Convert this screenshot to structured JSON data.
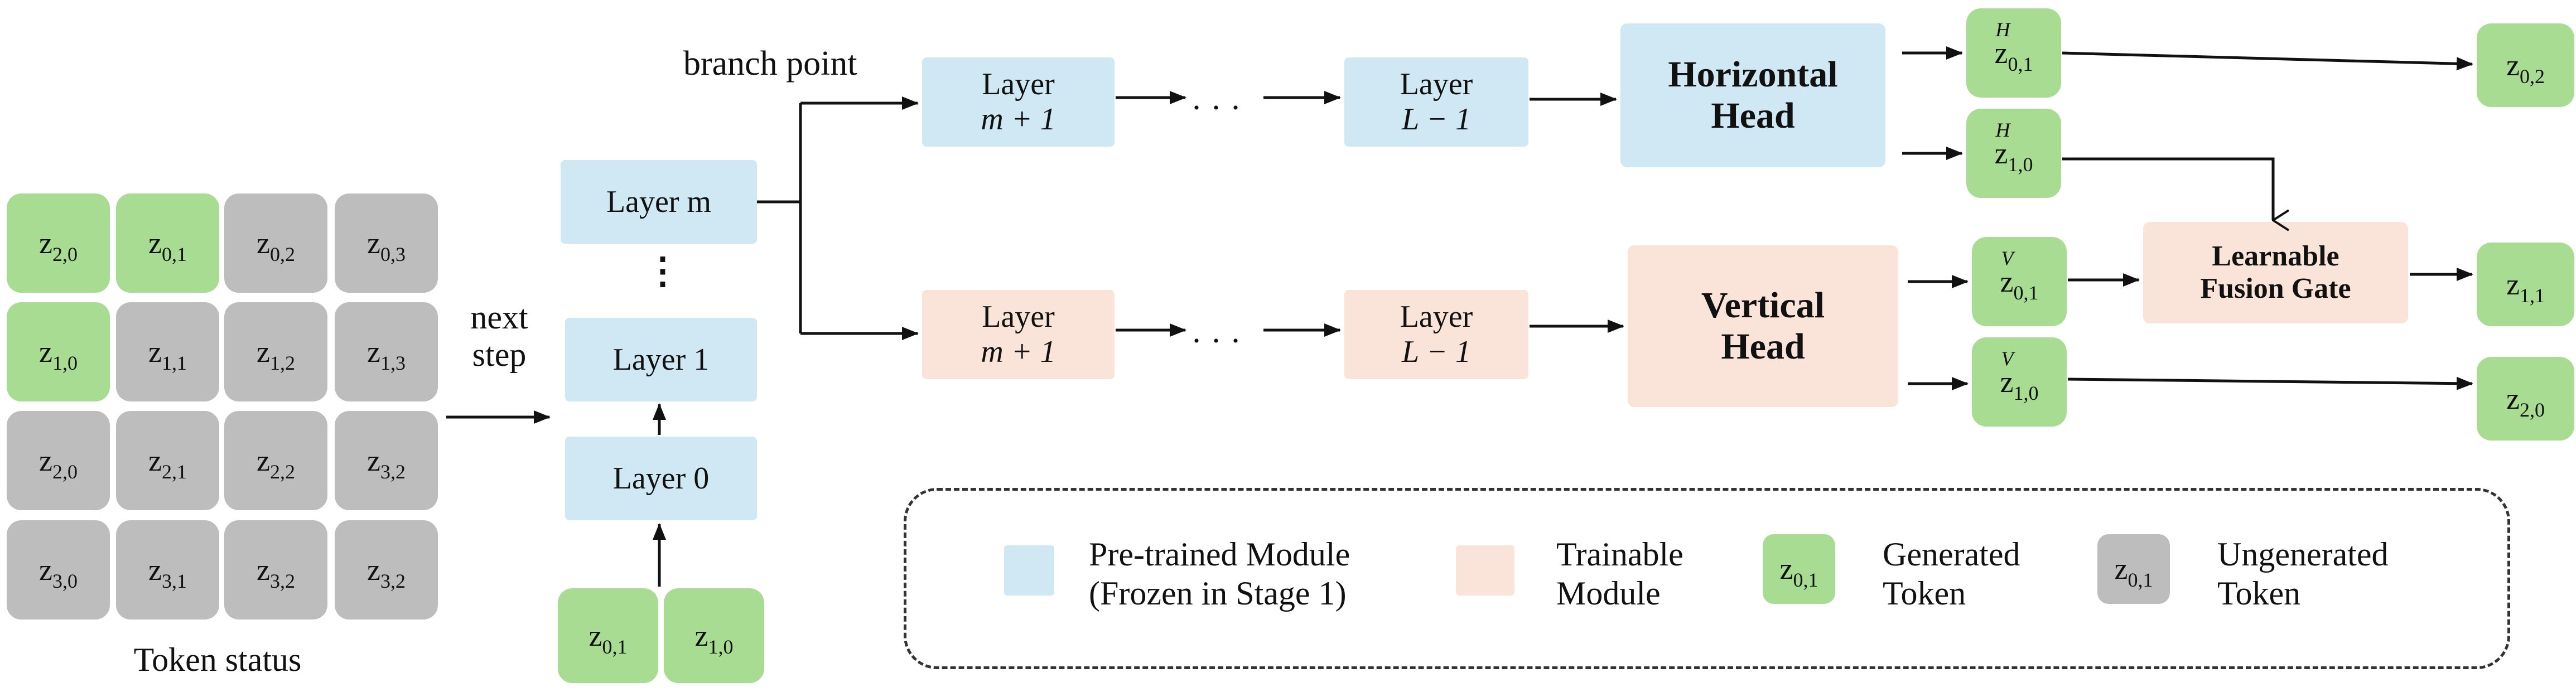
{
  "token_status": {
    "caption": "Token status",
    "grid": [
      [
        {
          "base": "z",
          "sub": "2,0",
          "state": "generated"
        },
        {
          "base": "z",
          "sub": "0,1",
          "state": "generated"
        },
        {
          "base": "z",
          "sub": "0,2",
          "state": "ungenerated"
        },
        {
          "base": "z",
          "sub": "0,3",
          "state": "ungenerated"
        }
      ],
      [
        {
          "base": "z",
          "sub": "1,0",
          "state": "generated"
        },
        {
          "base": "z",
          "sub": "1,1",
          "state": "ungenerated"
        },
        {
          "base": "z",
          "sub": "1,2",
          "state": "ungenerated"
        },
        {
          "base": "z",
          "sub": "1,3",
          "state": "ungenerated"
        }
      ],
      [
        {
          "base": "z",
          "sub": "2,0",
          "state": "ungenerated"
        },
        {
          "base": "z",
          "sub": "2,1",
          "state": "ungenerated"
        },
        {
          "base": "z",
          "sub": "2,2",
          "state": "ungenerated"
        },
        {
          "base": "z",
          "sub": "3,2",
          "state": "ungenerated"
        }
      ],
      [
        {
          "base": "z",
          "sub": "3,0",
          "state": "ungenerated"
        },
        {
          "base": "z",
          "sub": "3,1",
          "state": "ungenerated"
        },
        {
          "base": "z",
          "sub": "3,2",
          "state": "ungenerated"
        },
        {
          "base": "z",
          "sub": "3,2",
          "state": "ungenerated"
        }
      ]
    ]
  },
  "next_step": {
    "line1": "next",
    "line2": "step"
  },
  "stack": {
    "layer_m": "Layer m",
    "dots": "⋮",
    "layer_1": "Layer 1",
    "layer_0": "Layer 0",
    "inputs": [
      {
        "base": "z",
        "sub": "0,1"
      },
      {
        "base": "z",
        "sub": "1,0"
      }
    ]
  },
  "branch_point": "branch point",
  "top_branch": {
    "layer_first": {
      "line1": "Layer",
      "line2": "m + 1"
    },
    "ellipsis": "· · ·",
    "layer_last": {
      "line1": "Layer",
      "line2": "L − 1"
    },
    "head": {
      "line1": "Horizontal",
      "line2": "Head"
    },
    "outputs": [
      {
        "base": "z",
        "sup": "H",
        "sub": "0,1"
      },
      {
        "base": "z",
        "sup": "H",
        "sub": "1,0"
      }
    ]
  },
  "bottom_branch": {
    "layer_first": {
      "line1": "Layer",
      "line2": "m + 1"
    },
    "ellipsis": "· · ·",
    "layer_last": {
      "line1": "Layer",
      "line2": "L − 1"
    },
    "head": {
      "line1": "Vertical",
      "line2": "Head"
    },
    "outputs": [
      {
        "base": "z",
        "sup": "V",
        "sub": "0,1"
      },
      {
        "base": "z",
        "sup": "V",
        "sub": "1,0"
      }
    ]
  },
  "fusion_gate": {
    "line1": "Learnable",
    "line2": "Fusion Gate"
  },
  "final_outputs": [
    {
      "base": "z",
      "sub": "0,2"
    },
    {
      "base": "z",
      "sub": "1,1"
    },
    {
      "base": "z",
      "sub": "2,0"
    }
  ],
  "legend": {
    "items": [
      {
        "swatch": "pretrained",
        "line1": "Pre-trained Module",
        "line2": "(Frozen in Stage 1)"
      },
      {
        "swatch": "trainable",
        "line1": "Trainable",
        "line2": "Module"
      },
      {
        "swatch": "generated",
        "token": {
          "base": "z",
          "sub": "0,1"
        },
        "line1": "Generated",
        "line2": "Token"
      },
      {
        "swatch": "ungenerated",
        "token": {
          "base": "z",
          "sub": "0,1"
        },
        "line1": "Ungenerated",
        "line2": "Token"
      }
    ]
  },
  "colors": {
    "pretrained": "#cfe8f4",
    "trainable": "#fae3d8",
    "generated": "#a9dc93",
    "ungenerated": "#bdbdbd",
    "arrow": "#111111"
  }
}
